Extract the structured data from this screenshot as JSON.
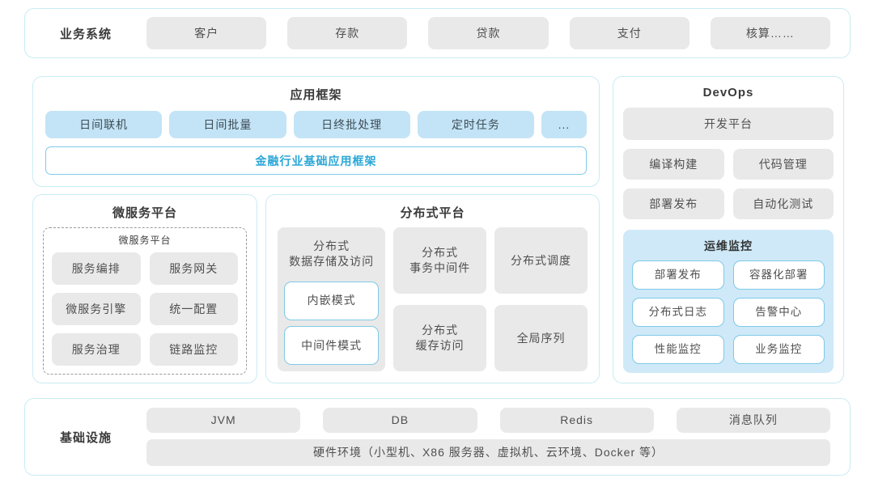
{
  "colors": {
    "section_border": "#c9ecf4",
    "gray_box_bg": "#e9e9e9",
    "blue_box_bg": "#c3e4f6",
    "ops_monitor_bg": "#cfe9f8",
    "cyan_border": "#7fc9e7",
    "accent_text": "#2aa7d7",
    "heading_text": "#3a3a3a"
  },
  "business": {
    "label": "业务系统",
    "items": [
      "客户",
      "存款",
      "贷款",
      "支付",
      "核算……"
    ]
  },
  "app_framework": {
    "title": "应用框架",
    "items": [
      "日间联机",
      "日间批量",
      "日终批处理",
      "定时任务",
      "..."
    ],
    "base": "金融行业基础应用框架"
  },
  "devops": {
    "title": "DevOps",
    "dev_platform": "开发平台",
    "items": [
      "编译构建",
      "代码管理",
      "部署发布",
      "自动化测试"
    ],
    "ops_monitor": {
      "title": "运维监控",
      "items": [
        "部署发布",
        "容器化部署",
        "分布式日志",
        "告警中心",
        "性能监控",
        "业务监控"
      ]
    }
  },
  "microservice": {
    "title": "微服务平台",
    "inner_title": "微服务平台",
    "items": [
      "服务编排",
      "服务网关",
      "微服务引擎",
      "统一配置",
      "服务治理",
      "链路监控"
    ]
  },
  "distributed": {
    "title": "分布式平台",
    "storage": {
      "line1": "分布式",
      "line2": "数据存储及访问",
      "modes": [
        "内嵌模式",
        "中间件模式"
      ]
    },
    "transaction": {
      "line1": "分布式",
      "line2": "事务中间件"
    },
    "cache": {
      "line1": "分布式",
      "line2": "缓存访问"
    },
    "scheduler": "分布式调度",
    "global_sequence": "全局序列"
  },
  "infrastructure": {
    "label": "基础设施",
    "items": [
      "JVM",
      "DB",
      "Redis",
      "消息队列"
    ],
    "hardware": "硬件环境（小型机、X86 服务器、虚拟机、云环境、Docker 等）"
  }
}
